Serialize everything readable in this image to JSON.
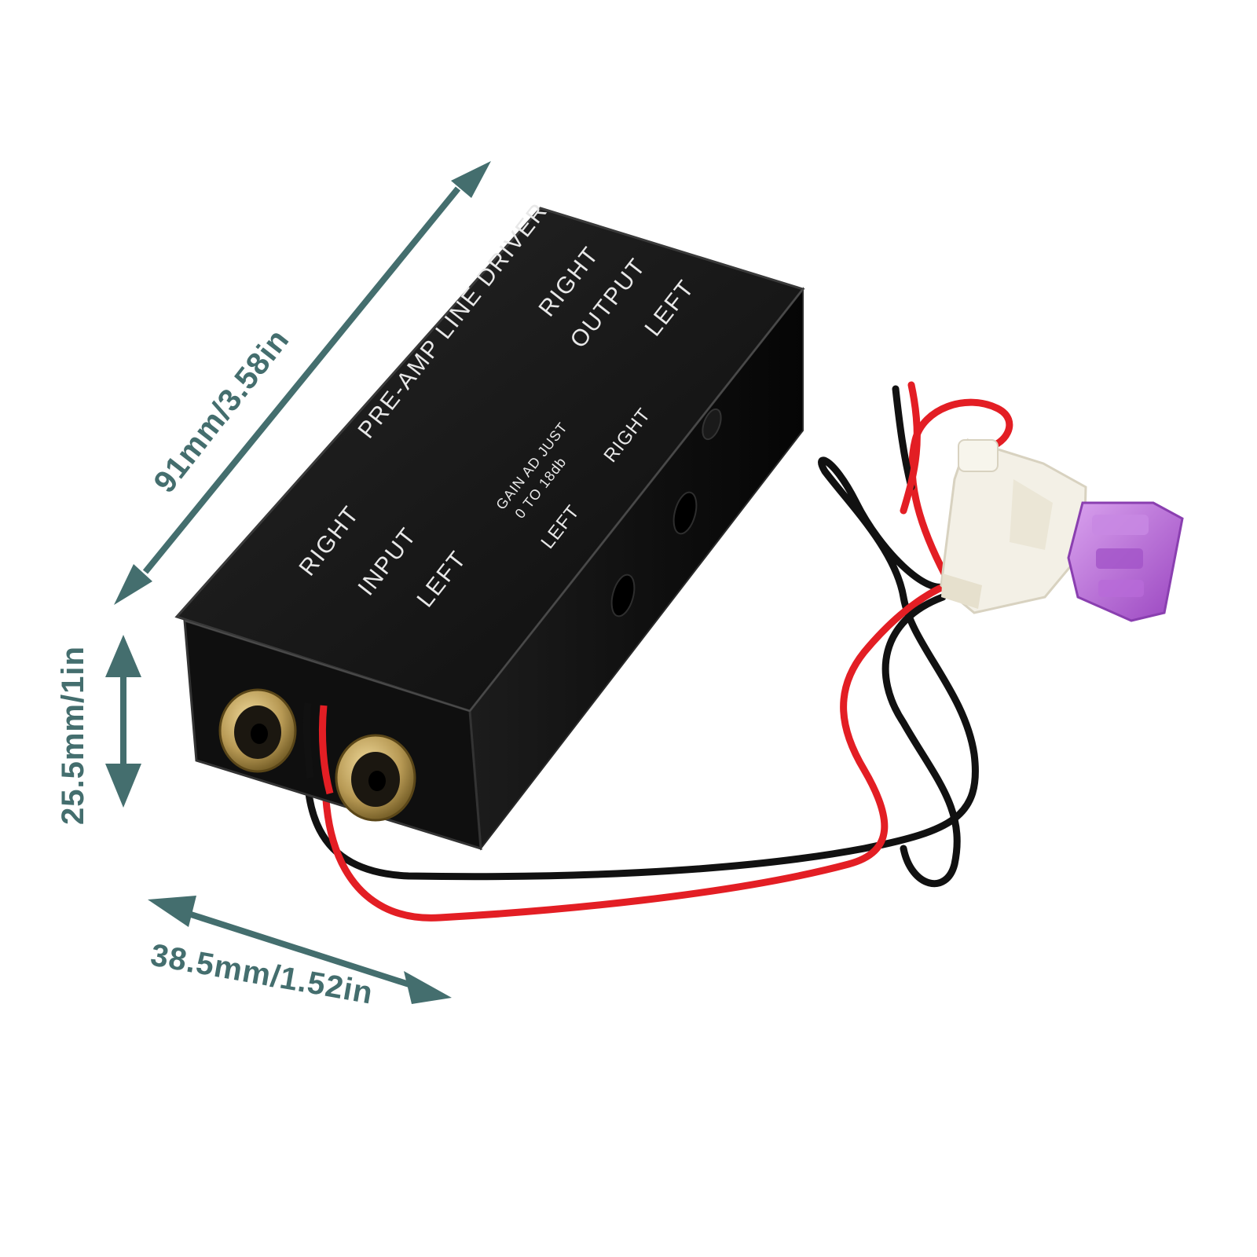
{
  "colors": {
    "dimension": "#446e6e",
    "case": "#141414",
    "case_edge": "#3a3a3a",
    "rca_gold": "#b89a55",
    "wire_red": "#e31e24",
    "wire_black": "#111111",
    "fuse_purple": "#b06ad2",
    "holder_white": "#f3f0e6"
  },
  "dimensions": {
    "length": "91mm/3.58in",
    "height": "25.5mm/1in",
    "width": "38.5mm/1.52in"
  },
  "device": {
    "title": "PRE-AMP LINE DRIVER",
    "gain_line1": "GAIN AD JUST",
    "gain_line2": "0 TO 18db",
    "gain_left": "LEFT",
    "gain_right": "RIGHT",
    "input": {
      "right": "RIGHT",
      "label": "INPUT",
      "left": "LEFT"
    },
    "output": {
      "right": "RIGHT",
      "label": "OUTPUT",
      "left": "LEFT"
    }
  },
  "icons": {
    "arrows": "double-arrow-icon",
    "jack": "rca-jack-icon",
    "fuse": "blade-fuse-icon"
  }
}
